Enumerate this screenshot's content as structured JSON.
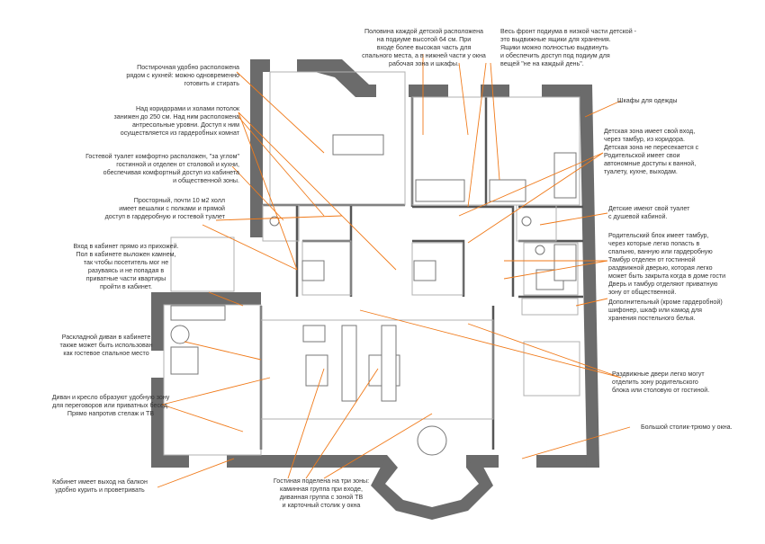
{
  "colors": {
    "wall": "#6b6b6b",
    "accent": "#f07a1a",
    "line": "#999999",
    "text": "#333333"
  },
  "annotations": {
    "laundry": "Постирочная удобно расположена\nрядом с кухней: можно одновременно\nготовить и стирать",
    "ceiling": "Над коридорами и холами потолок\nзанижен до 250 см. Над ним расположена\nантресольные уровни. Доступ к ним\nосуществляется из гардеробных комнат",
    "guest_wc": "Гостевой туалет комфортно расположен, \"за углом\"\nгостинной и отделен от столовой и кухни,\nобеспечивая комфортный доступ из кабинета\nи общественной зоны.",
    "hall": "Просторный, почти 10 м2 холл\nимеет вешалки с полками и  прямой\nдоступ в гардеробную и гостевой туалет",
    "study_entry": "Вход в кабинет прямо из прихожей.\nПол в кабинете выложен камнем,\nтак чтобы посетитель мог не\nразуваясь и не попадая в\nприватные части квартиры\nпройти в кабинет.",
    "sofa_bed": "Раскладной диван в кабинете\nтакже может быть использован\nкак гостевое спальное место",
    "sofa_chair": "Диван и кресло образуют удобную зону\nдля переговоров или приватных бесед.\nПрямо напротив стелаж и ТВ",
    "balcony": "Кабинет имеет выход на балкон\nудобно курить и проветривать",
    "living": "Гостиная поделена на три зоны:\nкаминная группа при входе,\nдиванная группа с зоной ТВ\nи карточный столик у окна",
    "podium": "Половина каждой детской расположена\nна подиуме высотой 64 см. При\nвходе более высокая часть для\nспального места, а в нижней части у окна\nрабочая зона и шкафы.",
    "drawers": "Весь фронт подиума в низкой части детской -\nэто выдвижные ящики для хранения.\nЯщики можно полностью выдвинуть\nи обеспечить доступ под подиум для\nвещей \"не на каждый день\".",
    "wardrobes": "Шкафы для одежды",
    "kids_zone": "Детская зона имеет свой вход,\nчерез тамбур, из коридора.\nДетская зона не пересекается с\nРодительской имеет свои\nавтономные доступы к ванной,\nтуалету, кухне, выходам.",
    "kids_wc": "Детские имеют свой туалет\nс душевой кабиной.",
    "parent_block": "Родительский блок имеет тамбур,\nчерез которые легко попасть в\nспальню, ванную или гардеробную\nТамбур отделен от гостинной\nраздвижной дверью, которая легко\nможет быть закрыта когда в доме гости\nДверь и тамбур отделяют приватную\nзону от общественной.",
    "extra_storage": "Дополнительный (кроме гардеробной)\nшифонер, шкаф или камод для\nхранения постельного белья.",
    "sliding": "Раздвижные двери легко могут\nотделить зону родительского\nблока или столовую от гостиной.",
    "vanity": "Большой столик-трюмо у окна."
  }
}
